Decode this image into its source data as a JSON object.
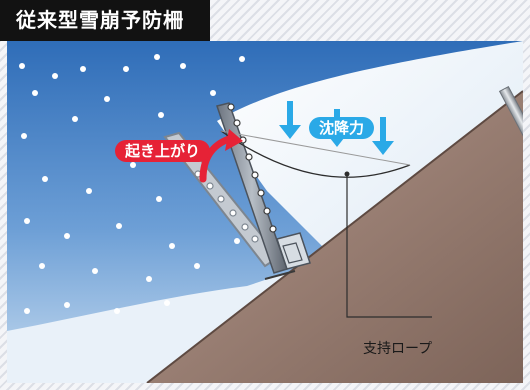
{
  "title": "従来型雪崩予防柵",
  "labels": {
    "rise_up": "起き上がり",
    "settling_force": "沈降力",
    "support_rope": "支持ロープ"
  },
  "colors": {
    "title_bg": "#121212",
    "rise_up_pill": "#e62236",
    "settling_force_pill": "#2aa9e7",
    "arrow_blue": "#2aa9e7",
    "arrow_red": "#e62236",
    "slope_brown": "#9a7f73",
    "sky_blue": "#4a82c4"
  }
}
